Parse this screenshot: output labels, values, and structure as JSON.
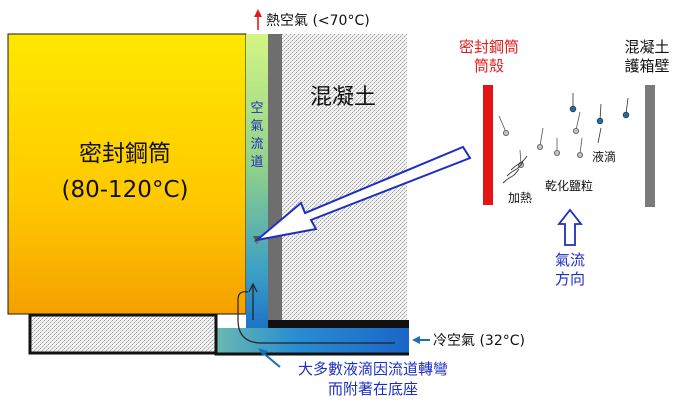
{
  "labels": {
    "hot_air": "熱空氣 (<70°C)",
    "concrete": "混凝土",
    "canister_title": "密封鋼筒",
    "canister_temp": "(80-120°C)",
    "air_channel": [
      "空",
      "氣",
      "流",
      "道"
    ],
    "cold_air": "冷空氣 (32°C)",
    "bottom_note": [
      "大多數液滴因流道轉彎",
      "而附著在底座"
    ],
    "inset_shell": [
      "密封鋼筒",
      "筒殼"
    ],
    "inset_overpack": [
      "混凝土",
      "護箱壁"
    ],
    "heating": "加熱",
    "dry_salt": "乾化鹽粒",
    "droplet": "液滴",
    "flow_direction": [
      "氣流",
      "方向"
    ]
  },
  "colors": {
    "canister_fill_top": "#ffe000",
    "canister_fill_bottom": "#f5a300",
    "channel_top": "#c8f080",
    "channel_bottom": "#1a78c8",
    "shell_red": "#e41414",
    "overpack_gray": "#7a7a7a",
    "text_blue": "#1e2fc0",
    "text_red": "#e21b1b",
    "droplet_blue": "#1b6fb5",
    "salt_gray": "#bdbdbd"
  }
}
